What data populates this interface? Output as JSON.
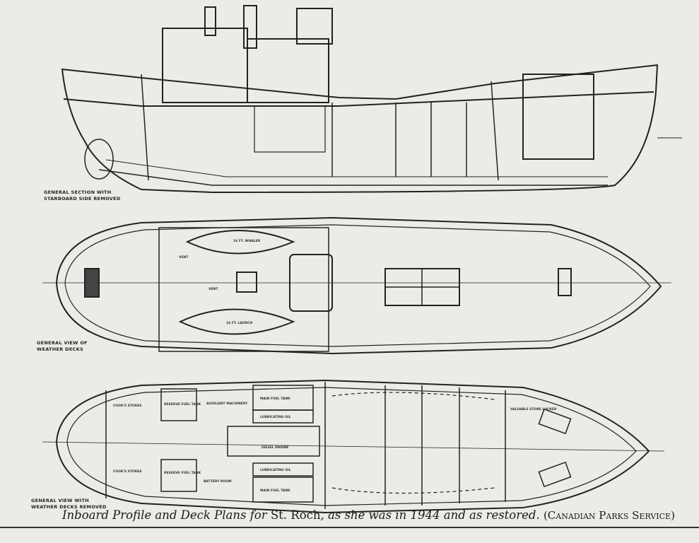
{
  "profile": {
    "label_line1": "General section with",
    "label_line2": "starboard side removed"
  },
  "weather_deck": {
    "label_line1": "General view of",
    "label_line2": "weather decks",
    "whaler": "16 ft. whaler",
    "launch": "16 ft. launch",
    "vent_1": "vent",
    "vent_2": "vent"
  },
  "lower_deck": {
    "label_line1": "General view with",
    "label_line2": "weather decks removed",
    "cooks_stores_1": "Cook's stores",
    "cooks_stores_2": "Cook's stores",
    "reserve_fuel_1": "Reserve fuel tank",
    "reserve_fuel_2": "Reserve fuel tank",
    "auxiliary": "Auxiliary machinery",
    "battery": "Battery room",
    "main_fuel_1": "Main fuel tank",
    "main_fuel_2": "Main fuel tank",
    "lube_1": "Lubricating oil",
    "lube_2": "Lubricating oil",
    "engine": "Diesel engine",
    "valuable": "Valuable store locker"
  },
  "caption": {
    "part1": "Inboard Profile and Deck Plans for ",
    "ship": "St. Roch",
    "part2": ", as she was in 1944 and as restored.",
    "credit": "(Canadian Parks Service)"
  }
}
